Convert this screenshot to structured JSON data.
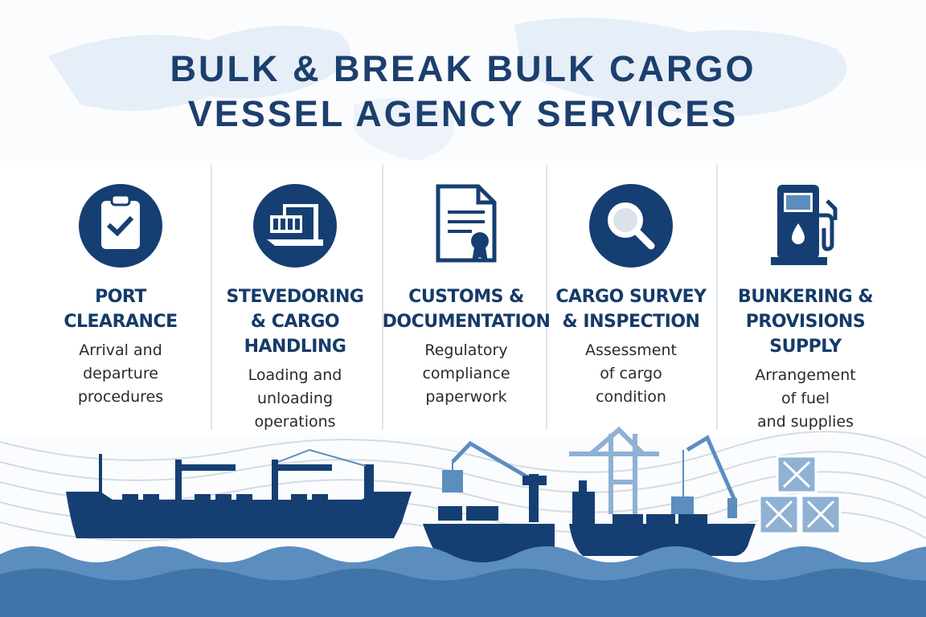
{
  "title": {
    "line1": "BULK & BREAK BULK CARGO",
    "line2": "VESSEL AGENCY SERVICES"
  },
  "colors": {
    "navy": "#153f73",
    "title": "#1c3f6e",
    "light_blue": "#8fb1d4",
    "wave_light": "#5b8dbf",
    "wave_dark": "#3f74a8"
  },
  "services": [
    {
      "icon": "clipboard-check-icon",
      "heading": "PORT\nCLEARANCE",
      "description": "Arrival and\ndeparture\nprocedures"
    },
    {
      "icon": "crane-container-icon",
      "heading": "STEVEDORING\n& CARGO\nHANDLING",
      "description": "Loading and\nunloading\noperations"
    },
    {
      "icon": "certificate-document-icon",
      "heading": "CUSTOMS &\nDOCUMENTATION",
      "description": "Regulatory\ncompliance\npaperwork"
    },
    {
      "icon": "magnifier-icon",
      "heading": "CARGO SURVEY\n& INSPECTION",
      "description": "Assessment\nof cargo\ncondition"
    },
    {
      "icon": "fuel-pump-icon",
      "heading": "BUNKERING &\nPROVISIONS SUPPLY",
      "description": "Arrangement\nof fuel\nand supplies"
    }
  ]
}
